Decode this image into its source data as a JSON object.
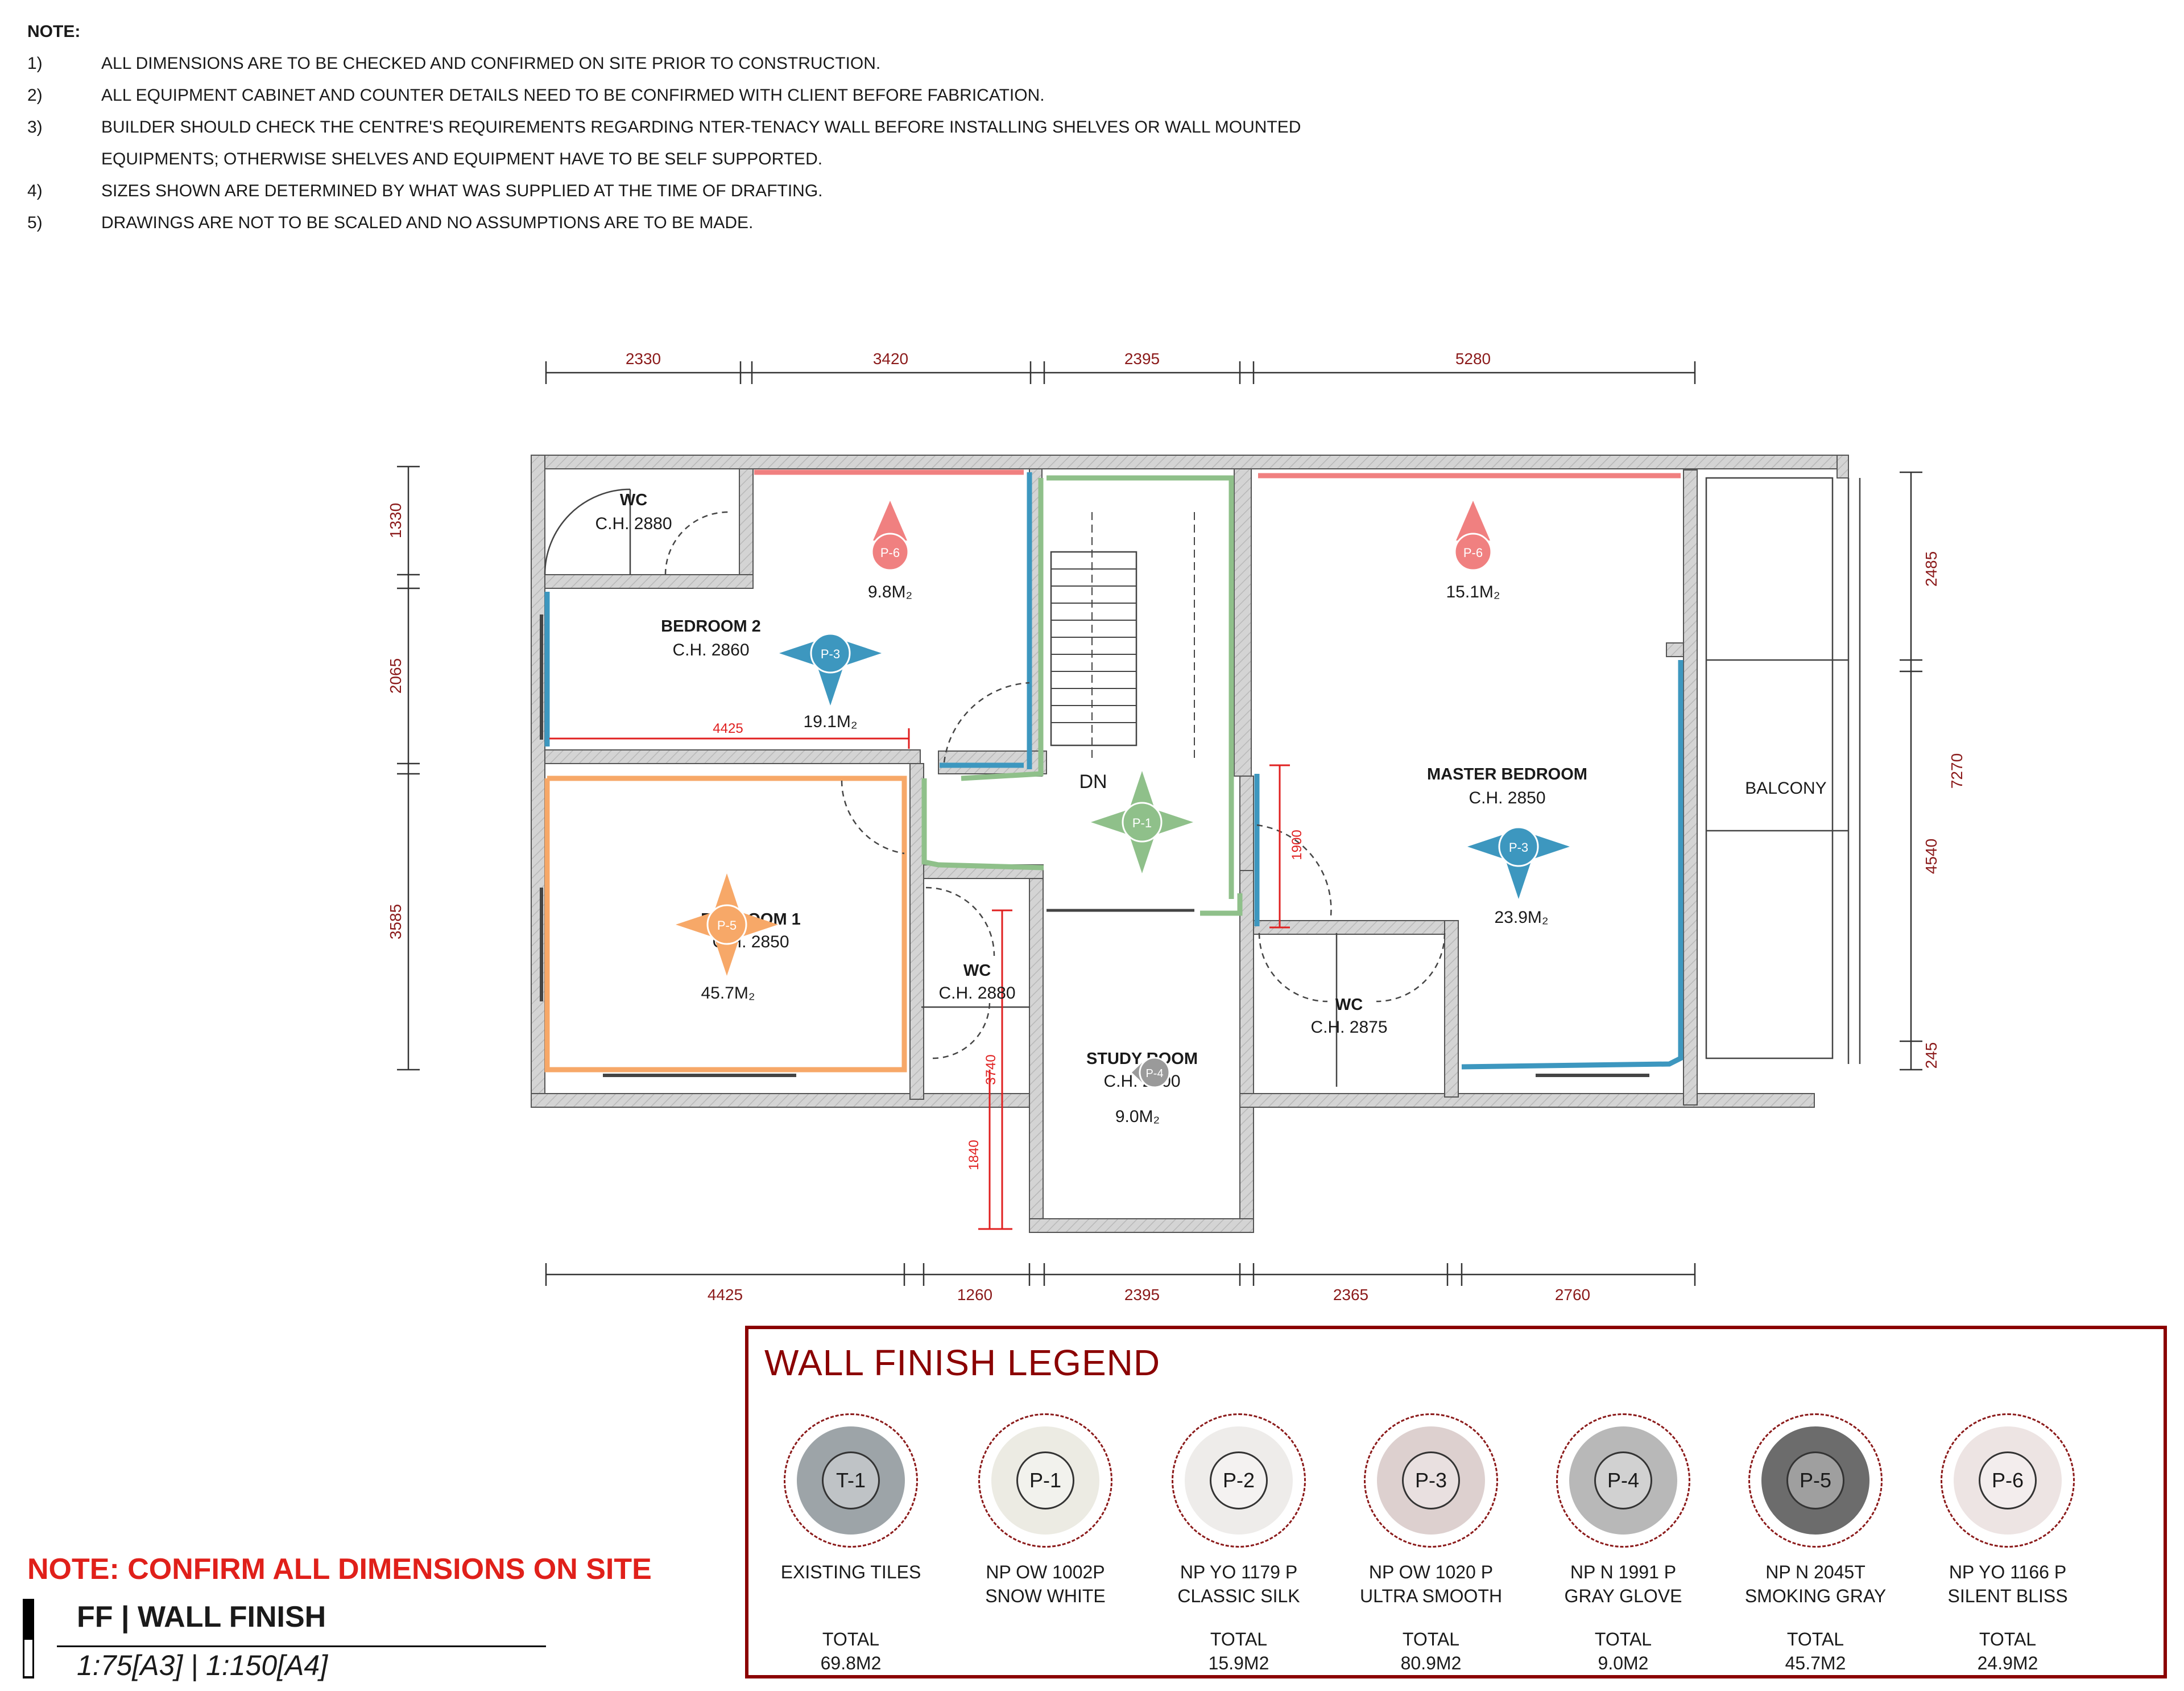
{
  "notes": {
    "heading": "NOTE:",
    "items": [
      {
        "num": "1)",
        "text": "ALL DIMENSIONS ARE TO BE CHECKED AND CONFIRMED ON SITE PRIOR TO CONSTRUCTION."
      },
      {
        "num": "2)",
        "text": "ALL EQUIPMENT CABINET AND COUNTER DETAILS NEED TO BE CONFIRMED WITH CLIENT BEFORE FABRICATION."
      },
      {
        "num": "3)",
        "text": "BUILDER SHOULD CHECK THE CENTRE'S REQUIREMENTS REGARDING NTER-TENACY WALL BEFORE INSTALLING SHELVES OR WALL MOUNTED"
      },
      {
        "num": "",
        "text": "EQUIPMENTS; OTHERWISE SHELVES AND EQUIPMENT HAVE TO BE SELF SUPPORTED."
      },
      {
        "num": "4)",
        "text": "SIZES SHOWN ARE DETERMINED BY WHAT WAS SUPPLIED AT THE TIME OF DRAFTING."
      },
      {
        "num": "5)",
        "text": "DRAWINGS ARE NOT TO BE SCALED AND NO ASSUMPTIONS ARE TO BE MADE."
      }
    ]
  },
  "dimensions": {
    "top": [
      "2330",
      "3420",
      "2395",
      "5280"
    ],
    "bottom": [
      "4425",
      "1260",
      "2395",
      "2365",
      "2760"
    ],
    "left": [
      "1330",
      "2065",
      "3585"
    ],
    "right": [
      "2485",
      "4540",
      "245"
    ],
    "overall_right": "7270",
    "internal": [
      "4425",
      "1900",
      "3740",
      "1840"
    ]
  },
  "rooms": {
    "wc_top": {
      "name": "WC",
      "ch": "C.H. 2880"
    },
    "bedroom2": {
      "name": "BEDROOM 2",
      "ch": "C.H. 2860",
      "area": "19.1M₂",
      "area2": "9.8M₂"
    },
    "bedroom1": {
      "name": "BEDROOM 1",
      "ch": "C.H. 2850",
      "area": "45.7M₂"
    },
    "wc_mid": {
      "name": "WC",
      "ch": "C.H. 2880"
    },
    "study": {
      "name": "STUDY ROOM",
      "ch": "C.H. 2900",
      "area": "9.0M₂"
    },
    "master": {
      "name": "MASTER BEDROOM",
      "ch": "C.H. 2850",
      "area": "23.9M₂",
      "area2": "15.1M₂"
    },
    "wc_master": {
      "name": "WC",
      "ch": "C.H. 2875"
    },
    "balcony": {
      "name": "BALCONY"
    },
    "stair": {
      "label": "DN"
    }
  },
  "markers": {
    "p1": "P-1",
    "p3": "P-3",
    "p4": "P-4",
    "p5": "P-5",
    "p6": "P-6"
  },
  "colors": {
    "p1_green": "#8fc08a",
    "p3_blue": "#3d97bf",
    "p4_gray": "#9a9a9a",
    "p5_orange": "#f7a868",
    "p6_pink": "#f08080",
    "wall_fill": "#d4d4d4",
    "dimension_red": "#8b1a1a",
    "legend_border": "#8b0000"
  },
  "legend": {
    "title": "WALL FINISH LEGEND",
    "swatches": [
      {
        "code": "T-1",
        "name_line1": "EXISTING TILES",
        "name_line2": "",
        "total_label": "TOTAL",
        "total": "69.8M2",
        "color": "#9da4a8"
      },
      {
        "code": "P-1",
        "name_line1": "NP OW 1002P",
        "name_line2": "SNOW WHITE",
        "total_label": "",
        "total": "",
        "color": "#ecebe3"
      },
      {
        "code": "P-2",
        "name_line1": "NP YO 1179 P",
        "name_line2": "CLASSIC SILK",
        "total_label": "TOTAL",
        "total": "15.9M2",
        "color": "#eeecea"
      },
      {
        "code": "P-3",
        "name_line1": "NP OW 1020 P",
        "name_line2": "ULTRA SMOOTH",
        "total_label": "TOTAL",
        "total": "80.9M2",
        "color": "#ddd0cf"
      },
      {
        "code": "P-4",
        "name_line1": "NP N 1991 P",
        "name_line2": "GRAY GLOVE",
        "total_label": "TOTAL",
        "total": "9.0M2",
        "color": "#b8b8b8"
      },
      {
        "code": "P-5",
        "name_line1": "NP N 2045T",
        "name_line2": "SMOKING GRAY",
        "total_label": "TOTAL",
        "total": "45.7M2",
        "color": "#6c6c6c"
      },
      {
        "code": "P-6",
        "name_line1": "NP YO 1166 P",
        "name_line2": "SILENT BLISS",
        "total_label": "TOTAL",
        "total": "24.9M2",
        "color": "#ede4e3"
      }
    ]
  },
  "footer": {
    "confirm": "NOTE: CONFIRM ALL DIMENSIONS ON SITE",
    "title": "FF | WALL FINISH",
    "scale": "1:75[A3] | 1:150[A4]"
  }
}
